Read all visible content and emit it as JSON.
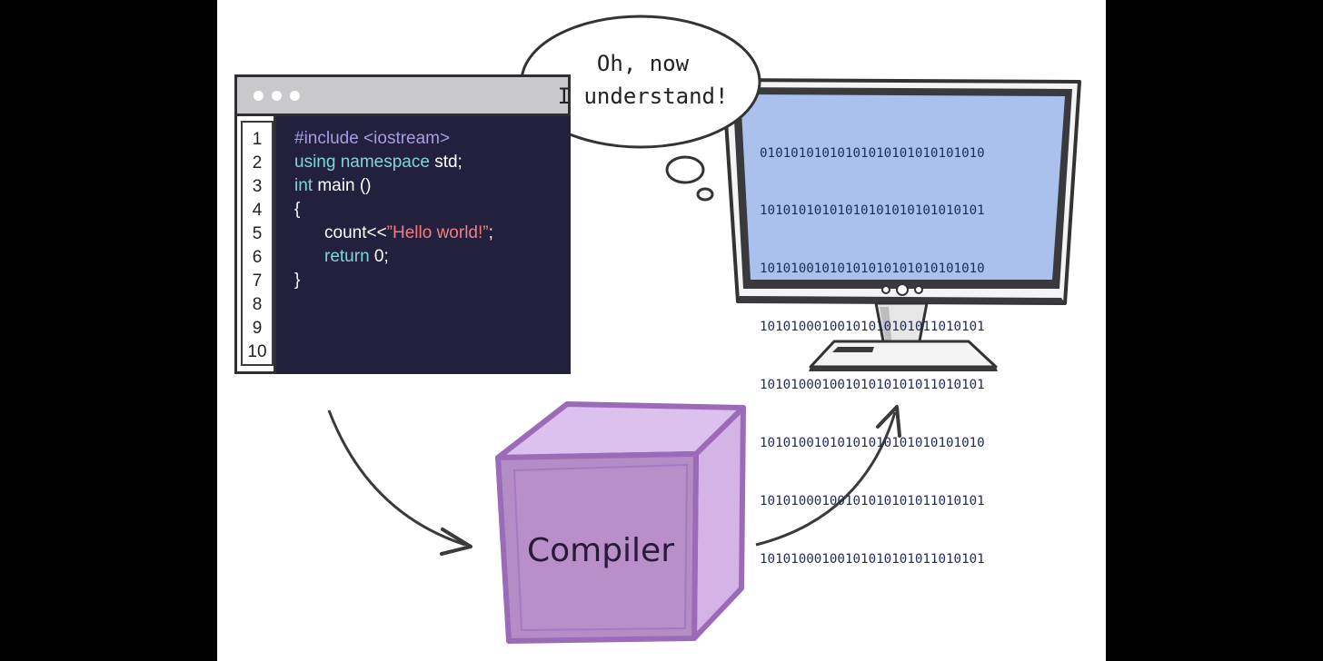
{
  "editor": {
    "line_numbers": [
      "1",
      "2",
      "3",
      "4",
      "5",
      "6",
      "7",
      "8",
      "9",
      "10"
    ],
    "code": {
      "l1": "#include <iostream>",
      "l2_kw": "using namespace",
      "l2_rest": " std;",
      "l3_kw": "int",
      "l3_rest": " main ()",
      "l4": "{",
      "l5_a": "count<<",
      "l5_str": "”Hello world!”",
      "l5_end": ";",
      "l6_kw": "return",
      "l6_rest": " 0;",
      "l7": "}"
    }
  },
  "speech_bubble": {
    "line1": "Oh, now",
    "line2": "I understand!"
  },
  "monitor": {
    "binary_lines": [
      "01010101010101010101010101010",
      "10101010101010101010101010101",
      "10101001010101010101010101010",
      "10101000100101010101011010101",
      "10101000100101010101011010101",
      "10101001010101010101010101010",
      "10101000100101010101011010101",
      "10101000100101010101011010101"
    ]
  },
  "compiler": {
    "label": "Compiler"
  },
  "colors": {
    "code_bg": "#22203d",
    "keyword_teal": "#7fd6d6",
    "preprocessor_purple": "#a99be6",
    "string_red": "#f07f83",
    "screen_blue": "#a9c1ec",
    "cube_front": "#b48dc6",
    "cube_side": "#d4b3e6",
    "cube_top": "#dcc0ee",
    "cube_edge": "#9b6bb8"
  }
}
